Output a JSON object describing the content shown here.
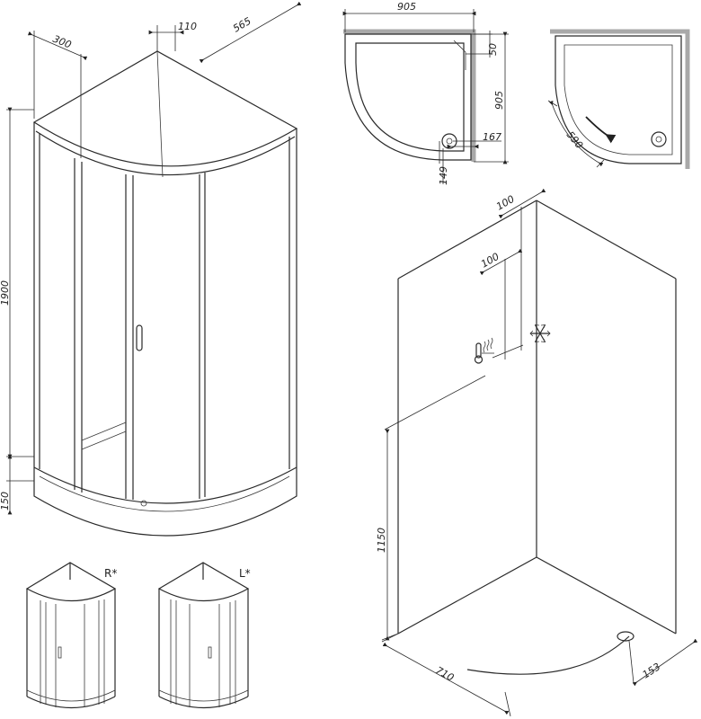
{
  "dimensions": {
    "top_width": "300",
    "top_mid": "110",
    "top_depth": "565",
    "height": "1900",
    "tray_height": "150",
    "plan_width": "905",
    "plan_offset_top": "50",
    "plan_depth": "905",
    "drain_x": "167",
    "drain_y": "149",
    "door_opening": "590",
    "wall_offset_1": "100",
    "wall_offset_2": "100",
    "mixer_height": "1150",
    "floor_width": "710",
    "floor_drain": "153"
  },
  "variants": {
    "right": "R*",
    "left": "L*"
  },
  "icons": {
    "thermometer": "thermometer-icon",
    "snowflake": "snowflake-icon"
  }
}
